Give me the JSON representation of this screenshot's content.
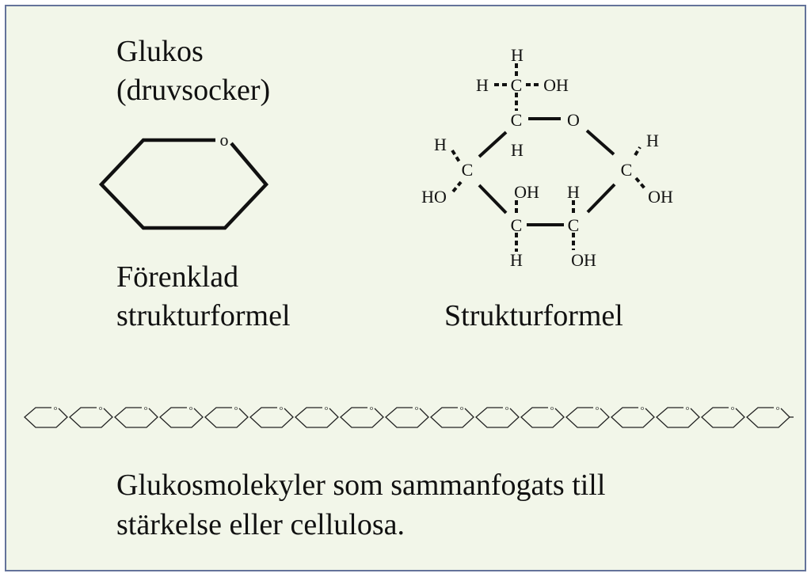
{
  "glucose_title": {
    "line1": "Glukos",
    "line2": "(druvsocker)"
  },
  "simplified": {
    "ring_oxygen": "o",
    "caption_line1": "Förenklad",
    "caption_line2": "strukturformel"
  },
  "structural": {
    "caption": "Strukturformel",
    "atoms": {
      "c6_h_top": "H",
      "c6_h_left": "H",
      "c6_oh": "OH",
      "c6": "C",
      "c5": "C",
      "c5_h": "H",
      "ring_o": "O",
      "c4": "C",
      "c4_h": "H",
      "c4_oh": "HO",
      "c1": "C",
      "c1_h": "H",
      "c1_oh": "OH",
      "c3": "C",
      "c3_oh": "OH",
      "c3_h": "H",
      "c2": "C",
      "c2_h": "H",
      "c2_oh": "OH"
    }
  },
  "chain": {
    "unit_count": 17,
    "unit_oxygen": "o"
  },
  "caption_bottom": {
    "line1": "Glukosmolekyler som sammanfogats till",
    "line2": "stärkelse eller cellulosa."
  }
}
